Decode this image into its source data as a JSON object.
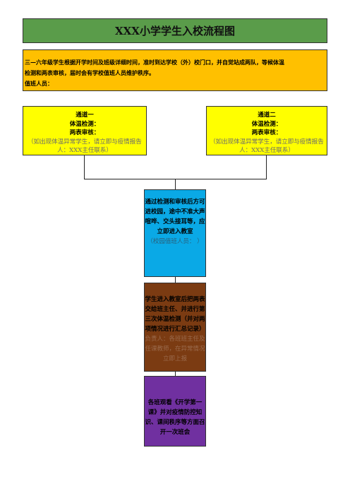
{
  "title": "XXX小学学生入校流程图",
  "intro": {
    "line1": "三—六年级学生根据开学时间及班级详细时间，准时到达学校（外）校门口，并自觉站成两队，等候体温",
    "line2": "检测和两表审核，届时会有学校值班人员维护秩序。",
    "line3": "值班人员："
  },
  "channels": [
    {
      "name": "通道一",
      "temp": "体温检测：",
      "review": "两表审核：",
      "note": "（如出现体温异常学生，请立即与疫情报告人：XXX主任联系）"
    },
    {
      "name": "通道二",
      "temp": "体温检测：",
      "review": "两表审核：",
      "note": "（如出现体温异常学生，请立即与疫情报告人：XXX主任联系）"
    }
  ],
  "steps": [
    {
      "text": "通过检测和审核后方可进校园，途中不准大声喧哗、交头接耳等，应立即进入教室",
      "note": "（校园值班人员：          ）"
    },
    {
      "text": "学生进入教室后把两表交给班主任、并进行第三次体温检测（并对两项情况进行汇总记录）",
      "note": "负责人：各班班主任及任课教师，在异常情况立即上报"
    },
    {
      "text": "各班观看《开学第一课》并对疫情防控知识、课间秩序等方面召开一次班会",
      "note": ""
    }
  ],
  "colors": {
    "title_bg": "#5a9c4a",
    "intro_bg": "#ffc000",
    "channel_bg": "#ffff00",
    "step1_bg": "#0aa9e6",
    "step2_bg": "#7b3b12",
    "step3_bg": "#7030a0"
  }
}
